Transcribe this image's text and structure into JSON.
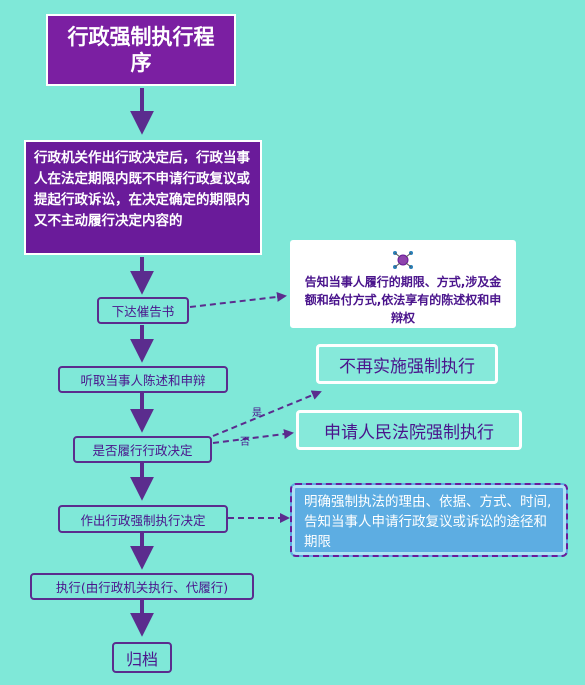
{
  "title": "行政强制执行程序",
  "condition": "行政机关作出行政决定后，行政当事人在法定期限内既不申请行政复议或提起行政诉讼，在决定确定的期限内又不主动履行决定内容的",
  "steps": {
    "notice": "下达催告书",
    "hear": "听取当事人陈述和申辩",
    "decide": "是否履行行政决定",
    "make": "作出行政强制执行决定",
    "execute": "执行(由行政机关执行、代履行)",
    "archive": "归档"
  },
  "side": {
    "notice_text": "告知当事人履行的期限、方式,涉及金额和给付方式,依法享有的陈述权和申辩权",
    "no_enforce": "不再实施强制执行",
    "apply_court": "申请人民法院强制执行",
    "decision_detail": "明确强制执法的理由、依据、方式、时间,告知当事人申请行政复议或诉讼的途径和期限"
  },
  "edge_labels": {
    "yes": "是",
    "no": "否"
  },
  "colors": {
    "background": "#7fe8d8",
    "purple": "#6a1b9a",
    "arrow": "#5b2c8e"
  },
  "icons": [
    "network-icon"
  ]
}
